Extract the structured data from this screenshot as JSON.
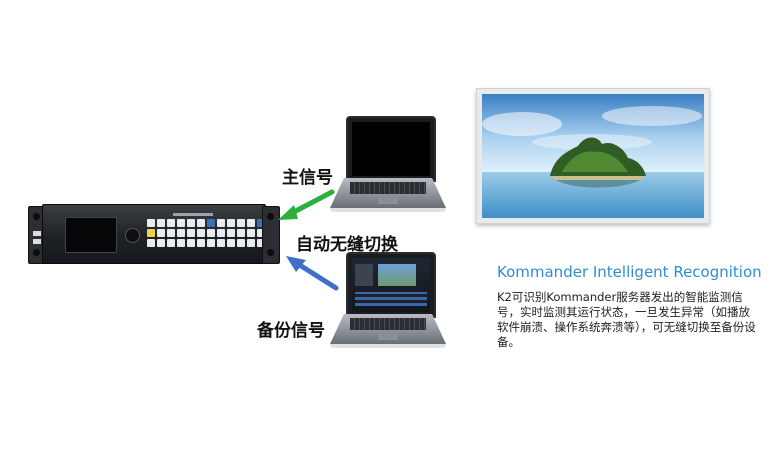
{
  "labels": {
    "main_signal": "主信号",
    "seamless_switch": "自动无缝切换",
    "backup_signal": "备份信号"
  },
  "feature": {
    "title": "Kommander Intelligent Recognition",
    "description": "K2可识别Kommander服务器发出的智能监测信号，实时监测其运行状态，一旦发生异常（如播放软件崩溃、操作系统奔溃等），可无缝切换至备份设备。"
  },
  "colors": {
    "main_arrow": "#2eae3d",
    "backup_arrow": "#3f6fc8",
    "title": "#2c8fd4"
  },
  "icons": {
    "main_arrow": "arrow-down-left-icon",
    "backup_arrow": "arrow-up-left-icon"
  }
}
